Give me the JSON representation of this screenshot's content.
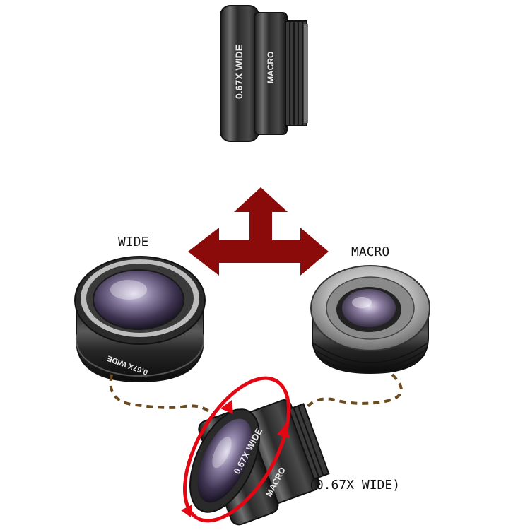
{
  "labels": {
    "wide": "WIDE",
    "macro": "MACRO",
    "combined": "(0.67X WIDE)"
  },
  "engravings": {
    "top_wide": "0.67X WIDE",
    "top_macro": "MACRO",
    "left_wide": "0.67X WIDE",
    "bottom_wide": "0.67X WIDE",
    "bottom_macro": "MACRO"
  },
  "colors": {
    "arrow": "#8b0a0a",
    "rotation_ring": "#e30613",
    "dashed_path": "#6b4a1f",
    "lens_body": "#2a2a2a",
    "lens_glass": "#5b4c72"
  },
  "icons": {
    "split_arrow": "three-way-arrow-icon",
    "rotate": "rotation-ring-icon"
  }
}
